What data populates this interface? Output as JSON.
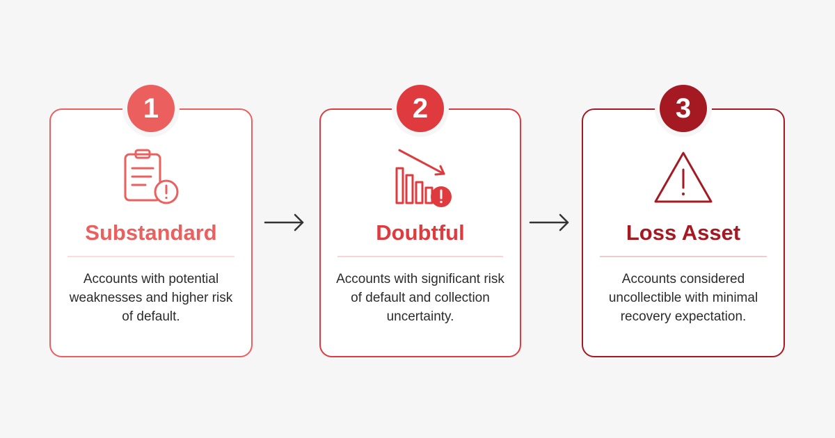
{
  "colors": {
    "stage1": "#ec5f5f",
    "stage2": "#df3b3e",
    "stage3": "#a51922",
    "text": "#2b2b2b",
    "arrow": "#333333"
  },
  "stages": [
    {
      "number": "1",
      "icon": "clipboard-warning-icon",
      "title": "Substandard",
      "description": "Accounts with potential weaknesses and higher risk of default."
    },
    {
      "number": "2",
      "icon": "declining-chart-warning-icon",
      "title": "Doubtful",
      "description": "Accounts with significant risk of default and collection uncertainty."
    },
    {
      "number": "3",
      "icon": "warning-triangle-icon",
      "title": "Loss Asset",
      "description": "Accounts considered uncollectible with minimal recovery expectation."
    }
  ]
}
